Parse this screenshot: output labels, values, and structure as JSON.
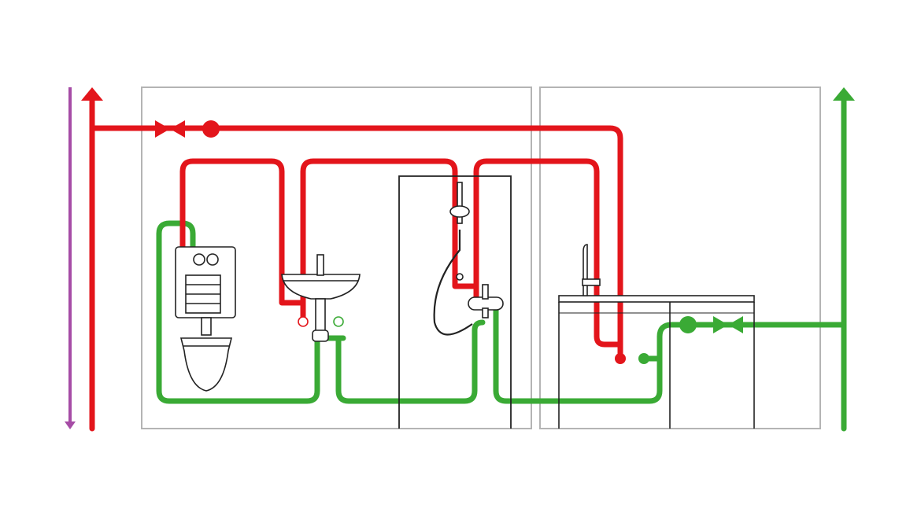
{
  "diagram": {
    "title": "",
    "colors": {
      "hot_water": "#e3151b",
      "cold_water": "#3aaa35",
      "circulation_return": "#a64ca6",
      "walls": "#b4b4b4",
      "fixture_outline": "#222222",
      "fixture_fill": "#ffffff"
    },
    "pipes": [
      {
        "name": "hot-water-supply-riser",
        "color": "hot_water",
        "flow": "up"
      },
      {
        "name": "circulation-return-riser",
        "color": "circulation_return",
        "flow": "down"
      },
      {
        "name": "cold-water-drain-riser",
        "color": "cold_water",
        "flow": "up"
      }
    ],
    "rooms": [
      {
        "name": "bathroom",
        "fixtures": [
          "wall-hung-toilet",
          "washbasin",
          "shower"
        ]
      },
      {
        "name": "kitchen",
        "fixtures": [
          "kitchen-sink",
          "kitchen-cabinet"
        ]
      }
    ],
    "icons": [
      "gate-valve-icon",
      "pump-icon",
      "shower-head-icon",
      "mixer-tap-icon",
      "flush-button-icon"
    ]
  }
}
